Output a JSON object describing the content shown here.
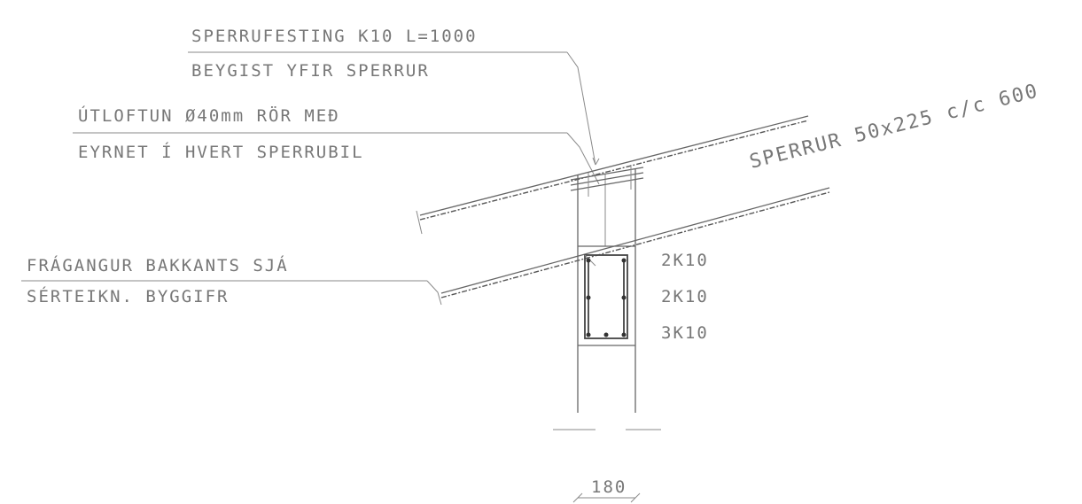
{
  "drawing": {
    "labels": {
      "rafter_fixing": "SPERRUFESTING K10 L=1000",
      "rafter_fixing_note": "BEYGIST YFIR SPERRUR",
      "ventilation": "ÚTLOFTUN Ø40mm RÖR MEÐ",
      "ventilation_note": "EYRNET Í HVERT SPERRUBIL",
      "rafters": "SPERRUR 50x225 c/c 600",
      "finish": "FRÁGANGUR BAKKANTS SJÁ",
      "finish_note": "SÉRTEIKN. BYGGIFR",
      "bar_top": "2K10",
      "bar_mid": "2K10",
      "bar_bottom": "3K10",
      "width_dim": "180"
    },
    "colors": {
      "line": "#666666",
      "text": "#777777",
      "background": "#ffffff"
    }
  }
}
